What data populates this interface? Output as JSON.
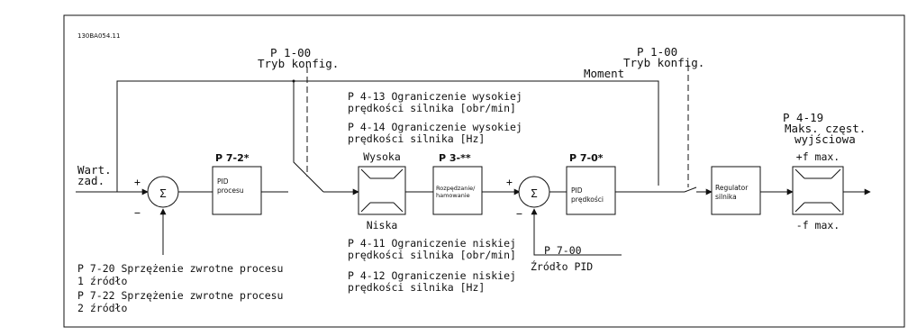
{
  "doc_id": "130BA054.11",
  "config_top_left": {
    "param": "P 1-00",
    "label": "Tryb konfig."
  },
  "config_top_right": {
    "param": "P 1-00",
    "label": "Tryb konfig."
  },
  "moment_label": "Moment",
  "reference": {
    "line1": "Wart.",
    "line2": "zad."
  },
  "sum_symbol": "Σ",
  "plus": "+",
  "minus": "−",
  "pid_process": {
    "param": "P 7-2*",
    "line1": "PID",
    "line2": "procesu"
  },
  "ramp": {
    "param": "P 3-**",
    "line1": "Rozpędzanie/",
    "line2": "hamowanie"
  },
  "limiter": {
    "high": "Wysoka",
    "low": "Niska"
  },
  "high_limits": [
    {
      "line1": "P 4-13 Ograniczenie wysokiej",
      "line2": "prędkości silnika [obr/min]"
    },
    {
      "line1": "P 4-14 Ograniczenie wysokiej",
      "line2": "prędkości silnika [Hz]"
    }
  ],
  "low_limits": [
    {
      "line1": "P 4-11 Ograniczenie niskiej",
      "line2": "prędkości silnika [obr/min]"
    },
    {
      "line1": "P 4-12 Ograniczenie niskiej",
      "line2": "prędkości silnika [Hz]"
    }
  ],
  "pid_speed": {
    "param": "P 7-0*",
    "line1": "PID",
    "line2": "prędkości"
  },
  "pid_source": {
    "param": "P 7-00",
    "label": "Źródło PID"
  },
  "motor_regulator": {
    "line1": "Regulator",
    "line2": "silnika"
  },
  "max_freq": {
    "param": "P 4-19",
    "line1": "Maks. częst.",
    "line2": "wyjściowa"
  },
  "fmax": {
    "plus": "+f max.",
    "minus": "-f max."
  },
  "feedback": [
    "P 7-20 Sprzężenie zwrotne procesu",
    "1 źródło",
    "P 7-22 Sprzężenie zwrotne procesu",
    "2 źródło"
  ]
}
